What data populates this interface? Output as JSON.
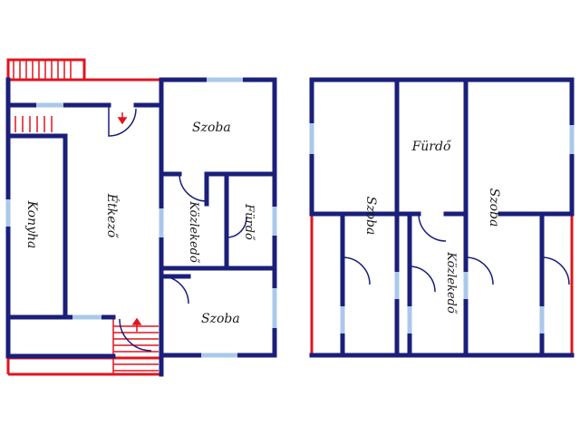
{
  "ground_floor": {
    "konyha": "Konyha",
    "etkezo": "Étkező",
    "szoba_top": "Szoba",
    "kozlekedo": "Közlekedő",
    "furdo": "Fürdő",
    "szoba_bottom": "Szoba"
  },
  "upper_floor": {
    "szoba_left": "Szoba",
    "furdo": "Fürdő",
    "szoba_right": "Szoba",
    "kozlekedo": "Közlekedő"
  },
  "colors": {
    "wall": "#1a1f7a",
    "exterior": "#e0141e",
    "window": "#aac8ea",
    "arrow": "#e0141e"
  }
}
